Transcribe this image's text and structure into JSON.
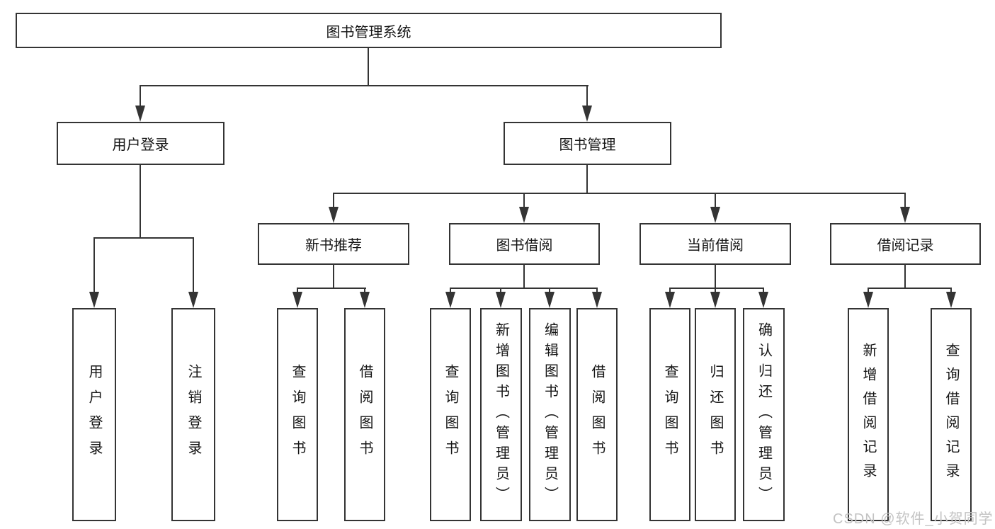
{
  "diagram": {
    "title": "图书管理系统",
    "watermark": "CSDN @软件_小贺同学",
    "colors": {
      "line": "#343434",
      "box_border": "#343434",
      "box_fill": "#ffffff",
      "text": "#151515",
      "watermark": "#c3c3c3",
      "background": "#ffffff"
    },
    "tree": {
      "root": {
        "label": "图书管理系统",
        "children": [
          {
            "label": "用户登录",
            "children": [
              {
                "label": "用户登录"
              },
              {
                "label": "注销登录"
              }
            ]
          },
          {
            "label": "图书管理",
            "children": [
              {
                "label": "新书推荐",
                "children": [
                  {
                    "label": "查询图书"
                  },
                  {
                    "label": "借阅图书"
                  }
                ]
              },
              {
                "label": "图书借阅",
                "children": [
                  {
                    "label": "查询图书"
                  },
                  {
                    "label": "新增图书（管理员）"
                  },
                  {
                    "label": "编辑图书（管理员）"
                  },
                  {
                    "label": "借阅图书"
                  }
                ]
              },
              {
                "label": "当前借阅",
                "children": [
                  {
                    "label": "查询图书"
                  },
                  {
                    "label": "归还图书"
                  },
                  {
                    "label": "确认归还（管理员）"
                  }
                ]
              },
              {
                "label": "借阅记录",
                "children": [
                  {
                    "label": "新增借阅记录"
                  },
                  {
                    "label": "查询借阅记录"
                  }
                ]
              }
            ]
          }
        ]
      }
    }
  }
}
